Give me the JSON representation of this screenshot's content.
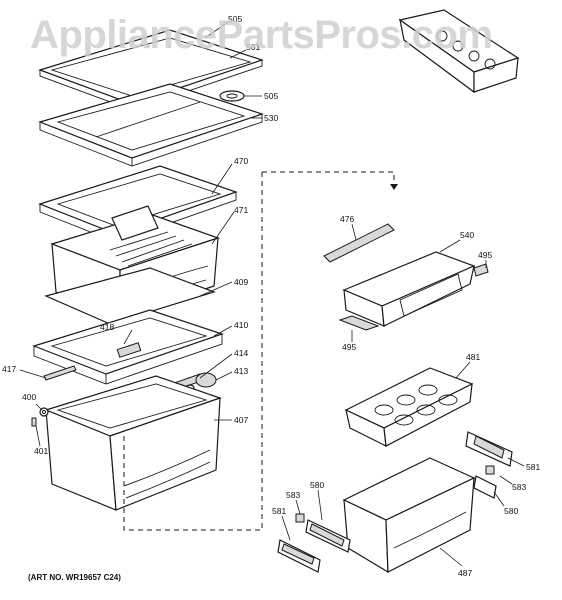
{
  "watermark": "AppliancePartsPros.com",
  "art_number": "(ART NO. WR19657 C24)",
  "callouts": {
    "c505_top": "505",
    "c501": "501",
    "c505_mid": "505",
    "c530": "530",
    "c470": "470",
    "c471": "471",
    "c409": "409",
    "c418": "418",
    "c410": "410",
    "c414": "414",
    "c417": "417",
    "c413": "413",
    "c400": "400",
    "c401": "401",
    "c407": "407",
    "c476": "476",
    "c540": "540",
    "c495_right": "495",
    "c495_low": "495",
    "c481": "481",
    "c581_right": "581",
    "c583_right": "583",
    "c580_right": "580",
    "c583_left": "583",
    "c580_left": "580",
    "c581_left": "581",
    "c487": "487"
  }
}
